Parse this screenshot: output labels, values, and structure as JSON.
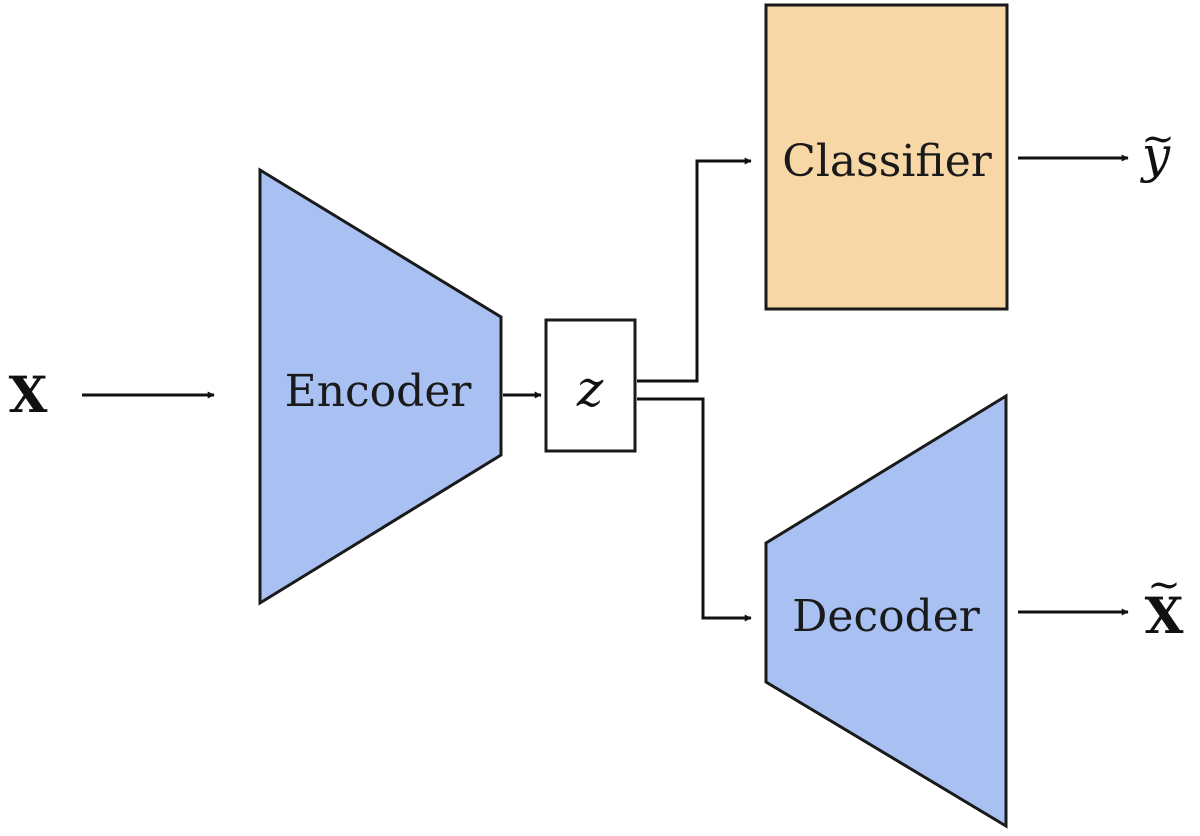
{
  "diagram": {
    "input_label": "X",
    "encoder_label": "Encoder",
    "latent_label": "z",
    "classifier_label": "Classifier",
    "decoder_label": "Decoder",
    "classifier_output_label": "y",
    "classifier_output_mark": "~",
    "decoder_output_label": "X",
    "decoder_output_mark": "~"
  },
  "colors": {
    "encoder_fill": "#a8c1f2",
    "decoder_fill": "#a8c1f2",
    "classifier_fill": "#f7d7a6",
    "latent_fill": "#ffffff",
    "stroke": "#1a1a1a"
  }
}
